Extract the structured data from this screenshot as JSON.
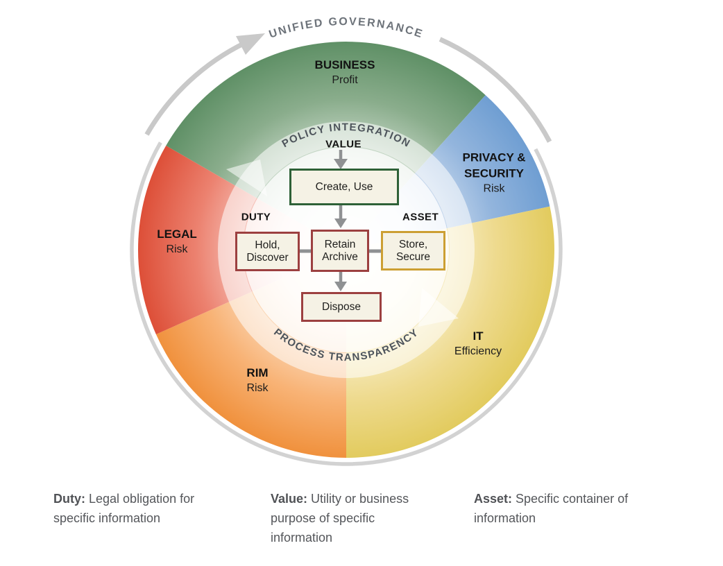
{
  "colors": {
    "sector_green": "#5f9066",
    "sector_blue": "#6f9ed2",
    "sector_yellow": "#e3cd62",
    "sector_orange": "#f0913d",
    "sector_red": "#dd4f38",
    "box_border_green": "#2e6137",
    "box_border_maroon": "#9c4040",
    "box_border_gold": "#cc9f33",
    "box_fill": "#f5f2e5",
    "ring_gray": "#d2d2d2",
    "connector_gray": "#8f9193",
    "arc_text_gray": "#6d737a",
    "definition_text_gray": "#54565a"
  },
  "diagram": {
    "outer_arc_label": "UNIFIED GOVERNANCE",
    "inner_top_arc_label": "POLICY INTEGRATION",
    "inner_bottom_arc_label": "PROCESS TRANSPARENCY",
    "sectors": [
      {
        "name": "BUSINESS",
        "descriptor": "Profit",
        "color": "#5f9066"
      },
      {
        "name": "PRIVACY & SECURITY",
        "descriptor": "Risk",
        "color": "#6f9ed2"
      },
      {
        "name": "IT",
        "descriptor": "Efficiency",
        "color": "#e3cd62"
      },
      {
        "name": "RIM",
        "descriptor": "Risk",
        "color": "#f0913d"
      },
      {
        "name": "LEGAL",
        "descriptor": "Risk",
        "color": "#dd4f38"
      }
    ],
    "stakeholder_labels": {
      "value": "VALUE",
      "duty": "DUTY",
      "asset": "ASSET"
    },
    "lifecycle_boxes": {
      "create_use": "Create, Use",
      "hold_discover": "Hold, Discover",
      "retain_archive": "Retain Archive",
      "store_secure": "Store, Secure",
      "dispose": "Dispose"
    }
  },
  "definitions": [
    {
      "term": "Duty:",
      "text": " Legal obligation for specific information"
    },
    {
      "term": "Value:",
      "text": " Utility or business purpose of specific information"
    },
    {
      "term": "Asset:",
      "text": " Specific container of information"
    }
  ]
}
